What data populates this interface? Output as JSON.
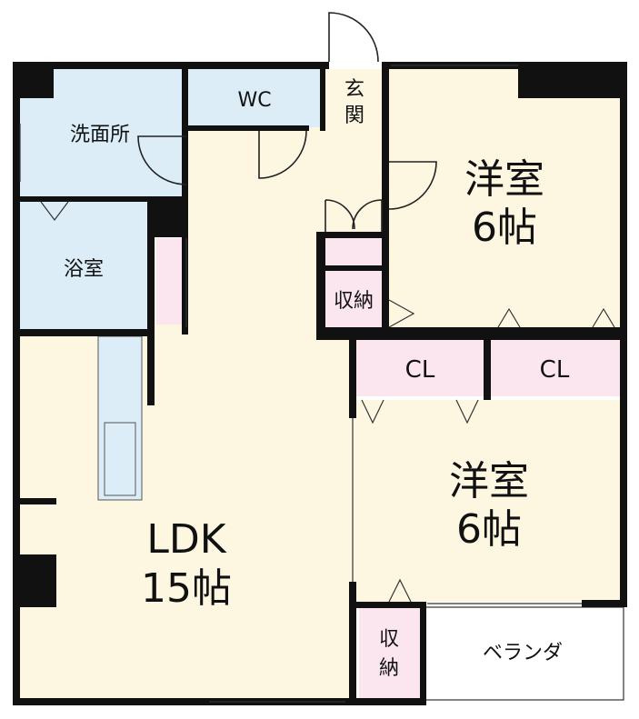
{
  "rooms": {
    "wc": "WC",
    "genkan": [
      "玄",
      "関"
    ],
    "senmen": "洗面所",
    "yokushitsu": "浴室",
    "youshitsu1": {
      "name": "洋室",
      "size": "6帖"
    },
    "youshitsu2": {
      "name": "洋室",
      "size": "6帖"
    },
    "shuno1": "収納",
    "shuno2": [
      "収",
      "納"
    ],
    "cl1": "CL",
    "cl2": "CL",
    "ldk": {
      "name": "LDK",
      "size": "15帖"
    },
    "veranda": "ベランダ"
  },
  "colors": {
    "wall": "#111111",
    "room": "#fdf7e2",
    "wet": "#dcedf8",
    "storage": "#fbe6ef",
    "veranda": "#ffffff"
  }
}
